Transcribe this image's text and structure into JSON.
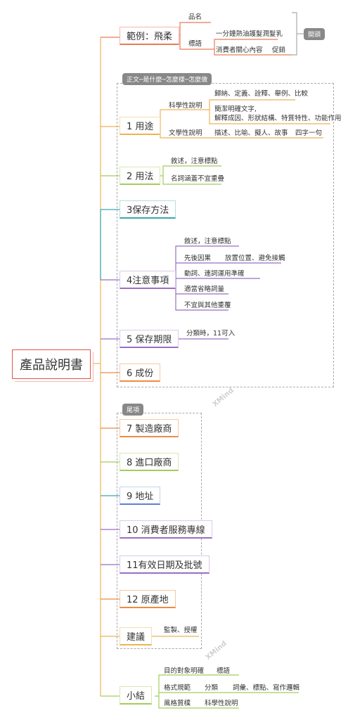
{
  "root": "產品說明書",
  "tags": {
    "opening": "開頭",
    "body": "正文─是什麼─怎麼樣─怎麼做",
    "tail": "尾項"
  },
  "example": {
    "title": "範例：飛柔",
    "name_label": "品名",
    "headline_label": "標語",
    "headline_value": "一分鐘熱油護髮潤髮乳",
    "concern": "消費者關心內容",
    "promo": "促銷"
  },
  "sections": {
    "s1": "1 用途",
    "s1_sci": "科學性說明",
    "s1_sci_1": "歸納、定義、詮釋、舉例、比較",
    "s1_sci_2a": "簡潔明確文字,",
    "s1_sci_2b": "解釋成因、形狀結構、特質特性、功能作用",
    "s1_lit": "文學性說明",
    "s1_lit_1": "描述、比喻、擬人、故事",
    "s1_lit_2": "四字一句",
    "s2": "2 用法",
    "s2_1": "敘述，注意標點",
    "s2_2": "名詞涵蓋不宜重疊",
    "s3": "3保存方法",
    "s4": "4注意事項",
    "s4_1": "敘述，注意標點",
    "s4_2": "先後因果",
    "s4_2b": "放置位置、避免接觸",
    "s4_3": "動詞、連詞運用準確",
    "s4_4": "適當省略詞量",
    "s4_5": "不宜與其他重覆",
    "s5": "5 保存期限",
    "s5_1": "分類時，11可入",
    "s6": "6  成份",
    "s7": "7 製造廠商",
    "s8": "8 進口廠商",
    "s9": "9 地址",
    "s10": "10 消費者服務專線",
    "s11": "11有效日期及批號",
    "s12": "12 原產地",
    "s13": "建議",
    "s13_1": "監製、授權",
    "s14": "小結",
    "s14_1": "目的對象明確",
    "s14_1b": "標語",
    "s14_2": "格式規範",
    "s14_2b": "分類",
    "s14_2c": "詞彙、標點、寫作邏輯",
    "s14_3": "風格質樸",
    "s14_3b": "科學性說明"
  },
  "watermark": "XMind",
  "colors": {
    "red": "#e87a5a",
    "yellow": "#ecb453",
    "green": "#a3cc5b",
    "teal": "#3aa7b0",
    "purple": "#9b6ec2",
    "orange": "#ef8b42",
    "blue": "#5e7fcf"
  }
}
